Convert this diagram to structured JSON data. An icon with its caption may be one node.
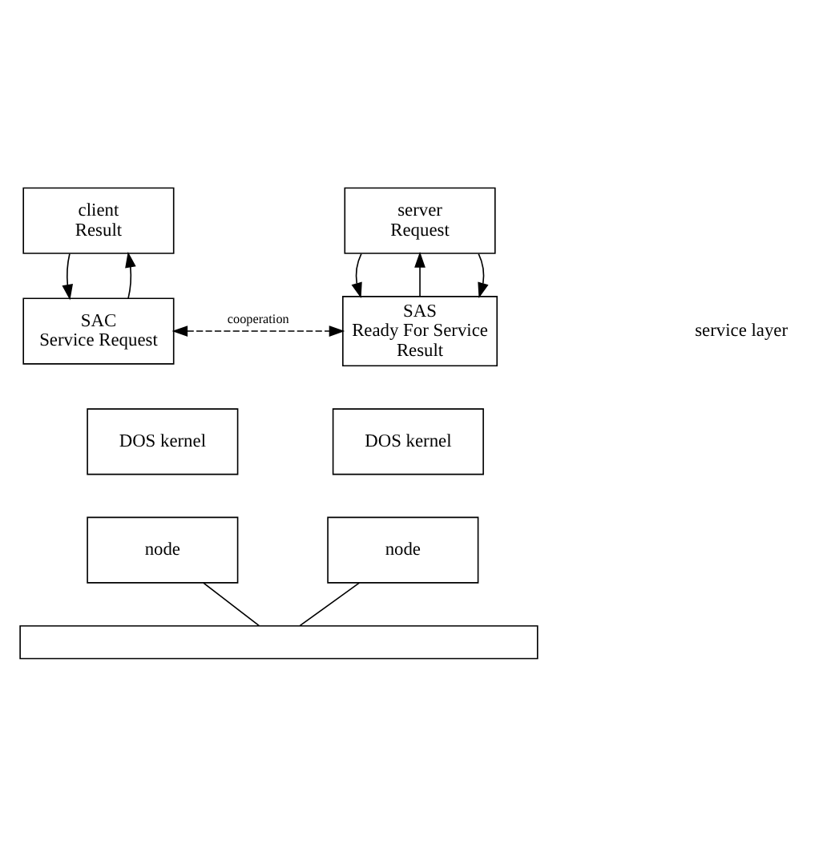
{
  "diagram": {
    "nodes": [
      {
        "text": [
          "client",
          "Result"
        ]
      },
      {
        "text": [
          "server",
          "Request"
        ]
      },
      {
        "text": [
          "SAC",
          "Service Request"
        ]
      },
      {
        "text": [
          "SAS",
          "Ready For Service",
          "Result"
        ]
      },
      {
        "text": [
          "DOS kernel"
        ]
      },
      {
        "text": [
          "DOS kernel"
        ]
      },
      {
        "text": [
          "node"
        ]
      },
      {
        "text": [
          "node"
        ]
      },
      {
        "text": [],
        "shape": "bar"
      }
    ],
    "edges": [
      {
        "from": 0,
        "to": 2,
        "arrow": "to"
      },
      {
        "from": 2,
        "to": 0,
        "arrow": "to"
      },
      {
        "from": 1,
        "to": 3,
        "arrow": "to"
      },
      {
        "from": 3,
        "to": 1,
        "arrow": "to"
      },
      {
        "from": 1,
        "to": 3,
        "arrow": "to"
      },
      {
        "from": 2,
        "to": 3,
        "arrow": "both",
        "style": "dashed",
        "label": "cooperation"
      },
      {
        "from": 6,
        "to": 8,
        "arrow": "none"
      },
      {
        "from": 7,
        "to": 8,
        "arrow": "none"
      }
    ],
    "labels": [
      "service layer"
    ]
  }
}
